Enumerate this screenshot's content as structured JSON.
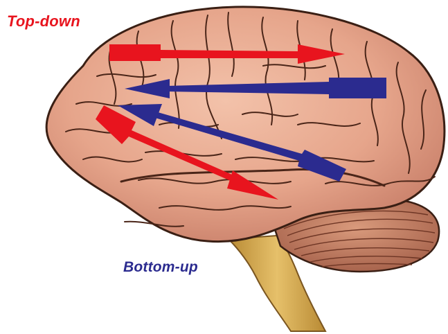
{
  "labels": {
    "top_down": "Top-down",
    "bottom_up": "Bottom-up"
  },
  "colors": {
    "top_down": "#e8141e",
    "bottom_up": "#2b2b8f",
    "brain_fill": "#e8a98e",
    "brain_outline": "#3a1f14",
    "cerebellum": "#c8826a",
    "brainstem": "#d7b25e"
  },
  "arrows": [
    {
      "group": "top-down",
      "direction": "frontal-to-parietal-upper"
    },
    {
      "group": "top-down",
      "direction": "frontal-to-temporal-lower"
    },
    {
      "group": "bottom-up",
      "direction": "parietal-to-frontal-upper"
    },
    {
      "group": "bottom-up",
      "direction": "temporal-to-frontal-lower"
    }
  ]
}
